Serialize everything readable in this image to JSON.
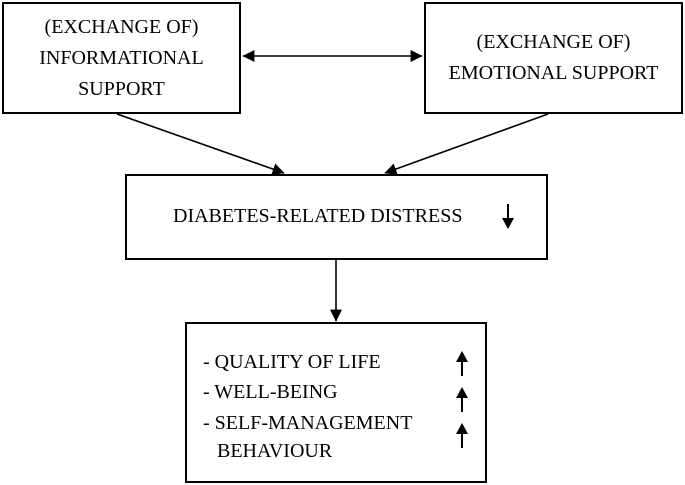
{
  "boxes": {
    "informational": {
      "line1": "(EXCHANGE OF)",
      "line2": "INFORMATIONAL",
      "line3": "SUPPORT"
    },
    "emotional": {
      "line1": "(EXCHANGE OF)",
      "line2": "EMOTIONAL SUPPORT"
    },
    "distress": {
      "label": "DIABETES-RELATED DISTRESS",
      "trend": "down"
    },
    "outcomes": {
      "items": [
        {
          "label": "- QUALITY OF LIFE",
          "trend": "up"
        },
        {
          "label": "- WELL-BEING",
          "trend": "up"
        },
        {
          "label": "- SELF-MANAGEMENT",
          "label2": "BEHAVIOUR",
          "trend": "up"
        }
      ]
    }
  },
  "connections": [
    {
      "from": "informational",
      "to": "emotional",
      "type": "bidirectional"
    },
    {
      "from": "informational",
      "to": "distress",
      "type": "directed"
    },
    {
      "from": "emotional",
      "to": "distress",
      "type": "directed"
    },
    {
      "from": "distress",
      "to": "outcomes",
      "type": "directed"
    }
  ]
}
